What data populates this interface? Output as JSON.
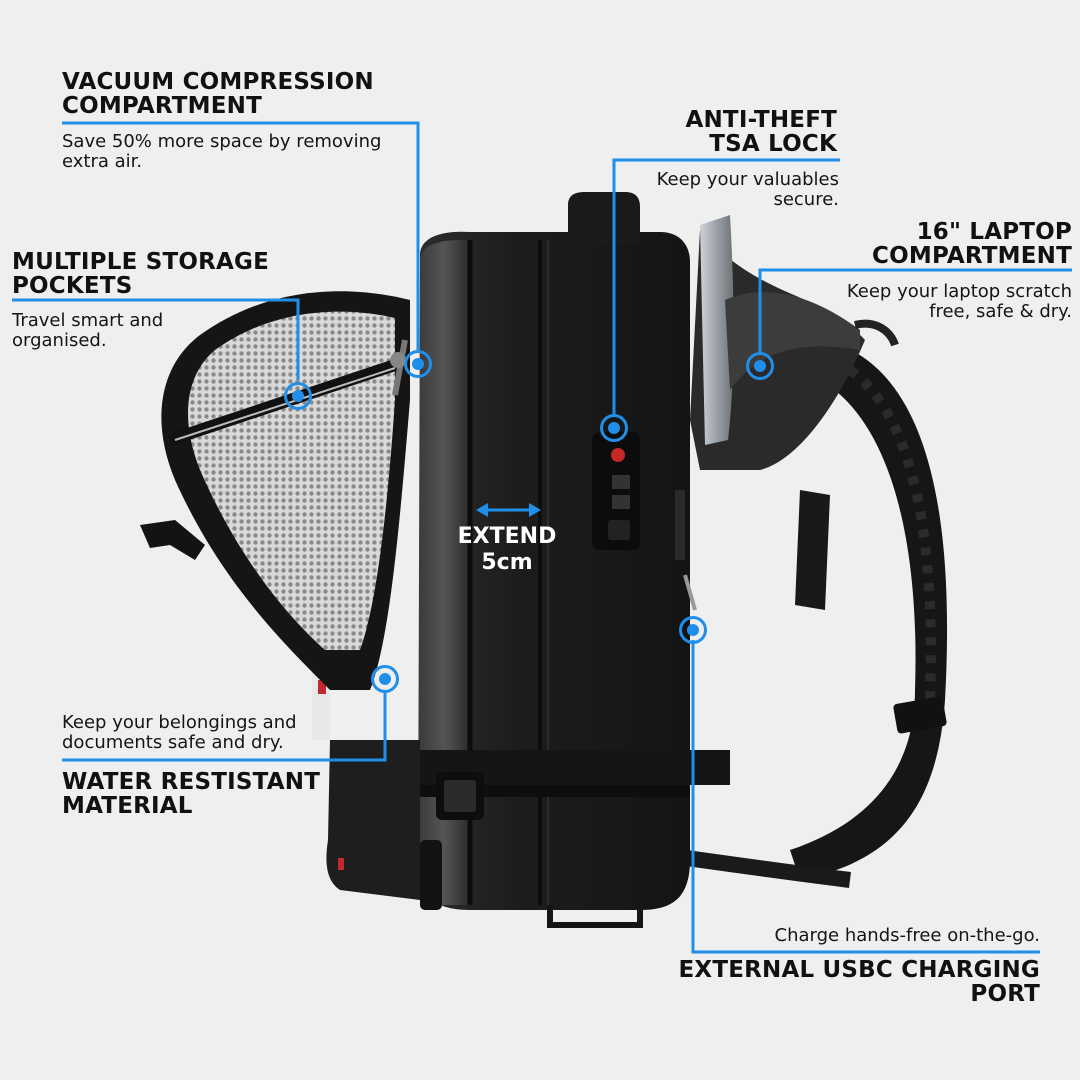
{
  "features": {
    "vacuum": {
      "title_lines": [
        "VACUUM COMPRESSION",
        "COMPARTMENT"
      ],
      "desc_lines": [
        "Save 50% more space by removing",
        "extra air."
      ]
    },
    "storage": {
      "title_lines": [
        "MULTIPLE STORAGE",
        "POCKETS"
      ],
      "desc_lines": [
        "Travel smart and",
        "organised."
      ]
    },
    "water": {
      "desc_lines": [
        "Keep your belongings and",
        "documents safe and dry."
      ],
      "title_lines": [
        "WATER RESTISTANT",
        "MATERIAL"
      ]
    },
    "lock": {
      "title_lines": [
        "ANTI-THEFT",
        "TSA LOCK"
      ],
      "desc_lines": [
        "Keep your valuables",
        "secure."
      ]
    },
    "laptop": {
      "title_lines": [
        "16\" LAPTOP",
        "COMPARTMENT"
      ],
      "desc_lines": [
        "Keep your laptop scratch",
        "free, safe & dry."
      ]
    },
    "usbc": {
      "desc_lines": [
        "Charge hands-free on-the-go."
      ],
      "title_lines": [
        "EXTERNAL USBC CHARGING",
        "PORT"
      ]
    }
  },
  "extend_label": [
    "EXTEND",
    "5cm"
  ],
  "colors": {
    "accent": "#1f8fea",
    "background": "#efefef",
    "bag": "#1c1c1c"
  }
}
